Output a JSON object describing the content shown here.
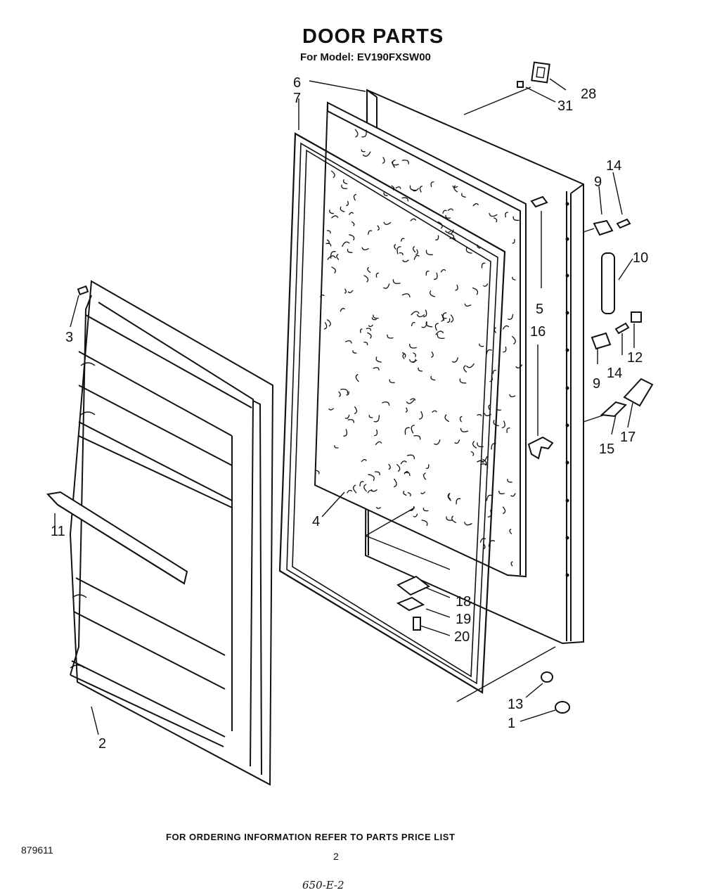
{
  "header": {
    "title": "DOOR PARTS",
    "model_line": "For Model: EV190FXSW00"
  },
  "callouts": {
    "c1": "1",
    "c2": "2",
    "c3": "3",
    "c4": "4",
    "c5": "5",
    "c6": "6",
    "c7": "7",
    "c9a": "9",
    "c9b": "9",
    "c10": "10",
    "c11": "11",
    "c12": "12",
    "c13": "13",
    "c14a": "14",
    "c14b": "14",
    "c15": "15",
    "c16": "16",
    "c17": "17",
    "c18": "18",
    "c19": "19",
    "c20": "20",
    "c28": "28",
    "c31": "31"
  },
  "footer": {
    "ordering_note": "FOR ORDERING INFORMATION REFER TO PARTS PRICE LIST",
    "doc_number": "879611",
    "page_number": "2",
    "handwritten_code": "650-E-2"
  }
}
